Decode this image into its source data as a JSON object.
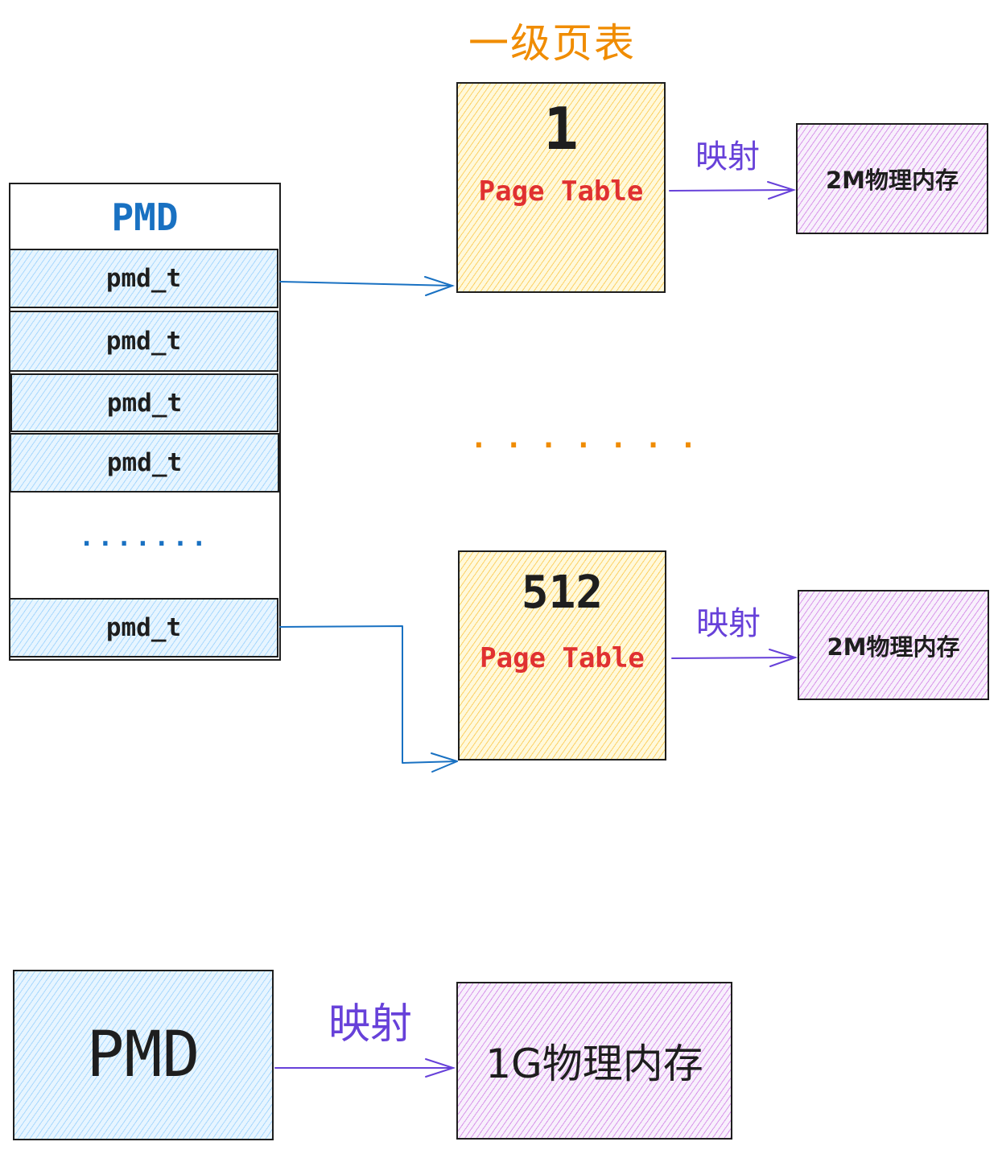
{
  "title": "一级页表",
  "pmd_table": {
    "header": "PMD",
    "entries": [
      "pmd_t",
      "pmd_t",
      "pmd_t",
      "pmd_t"
    ],
    "ellipsis": ".......",
    "last_entry": "pmd_t"
  },
  "page_tables": [
    {
      "number": "1",
      "label": "Page Table"
    },
    {
      "number": "512",
      "label": "Page Table"
    }
  ],
  "middle_ellipsis": ". . . . . . .",
  "map_label": "映射",
  "memory_2m": "2M物理内存",
  "bottom": {
    "pmd": "PMD",
    "map_label": "映射",
    "memory_1g": "1G物理内存"
  },
  "colors": {
    "title": "#f08c00",
    "pmd_header": "#1971c2",
    "page_table_label": "#e03131",
    "map_label": "#6741d9",
    "arrow_blue": "#1971c2",
    "arrow_purple": "#6741d9",
    "ellipsis_orange": "#f08c00"
  }
}
